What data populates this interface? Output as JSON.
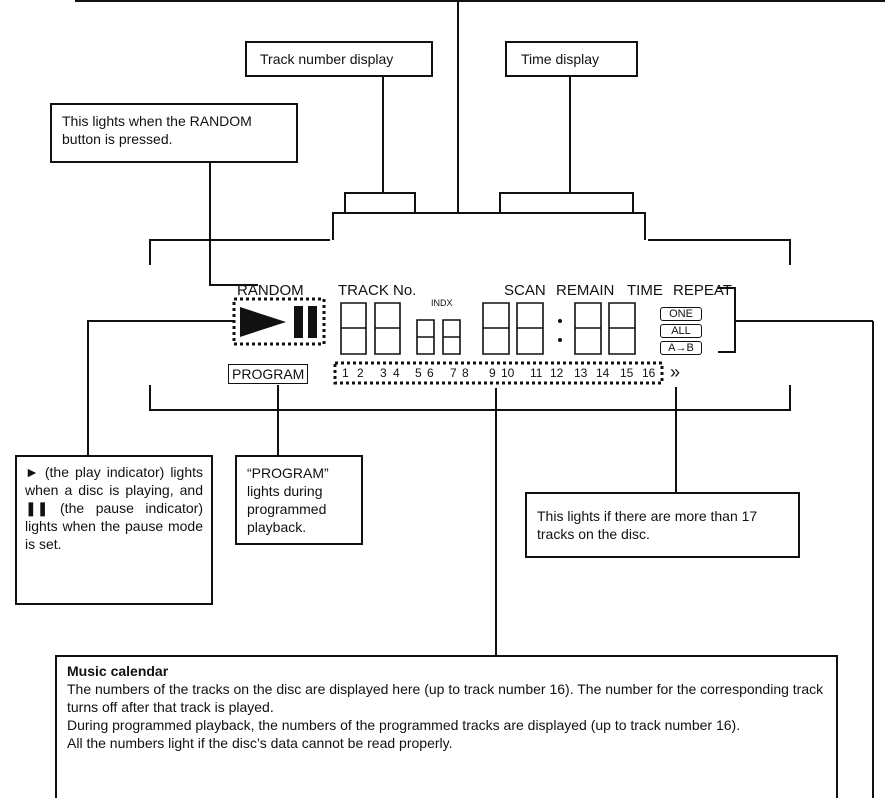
{
  "callouts": {
    "track_number_display": "Track number display",
    "time_display": "Time display",
    "random_note": "This lights when the RANDOM button is pressed.",
    "play_pause_note": "► (the play indicator) lights when a disc is playing, and ❚❚ (the pause indicator) lights when the pause mode is set.",
    "program_note": "“PROGRAM” lights during programmed playback.",
    "more_tracks_note": "This lights if there are more than 17 tracks on the disc.",
    "calendar_title": "Music calendar",
    "calendar_lines": [
      "The numbers of the tracks on the disc are displayed here (up to track number 16). The number for the corresponding track turns off after that track is played.",
      "During programmed playback, the numbers of the programmed tracks are displayed (up to track number 16).",
      "All the numbers light if the disc’s data cannot be read properly."
    ]
  },
  "display": {
    "random": "RANDOM",
    "track_no": "TRACK No.",
    "indx": "INDX",
    "scan": "SCAN",
    "remain": "REMAIN",
    "time": "TIME",
    "repeat": "REPEAT",
    "program": "PROGRAM",
    "repeat_modes": [
      "ONE",
      "ALL",
      "A→B"
    ],
    "more": "»",
    "calendar_numbers": [
      "1",
      "2",
      "3",
      "4",
      "5",
      "6",
      "7",
      "8",
      "9",
      "10",
      "11",
      "12",
      "13",
      "14",
      "15",
      "16"
    ]
  }
}
